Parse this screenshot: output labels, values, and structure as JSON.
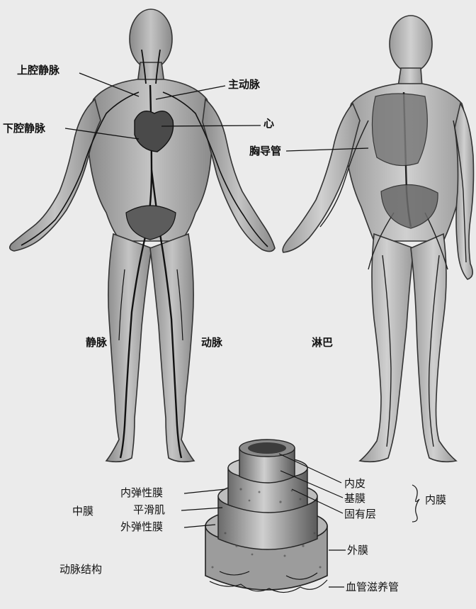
{
  "figure": {
    "labels": {
      "superior_vena_cava": "上腔静脉",
      "aorta": "主动脉",
      "heart": "心",
      "inferior_vena_cava": "下腔静脉",
      "thoracic_duct": "胸导管",
      "veins": "静脉",
      "arteries": "动脉",
      "lymph": "淋巴",
      "tunica_media": "中膜",
      "artery_structure": "动脉结构",
      "internal_elastic_membrane": "内弹性膜",
      "smooth_muscle": "平滑肌",
      "external_elastic_membrane": "外弹性膜",
      "endothelium": "内皮",
      "basement_membrane": "基膜",
      "lamina_propria": "固有层",
      "tunica_intima": "内膜",
      "tunica_adventitia": "外膜",
      "vasa_vasorum": "血管滋养管"
    }
  }
}
